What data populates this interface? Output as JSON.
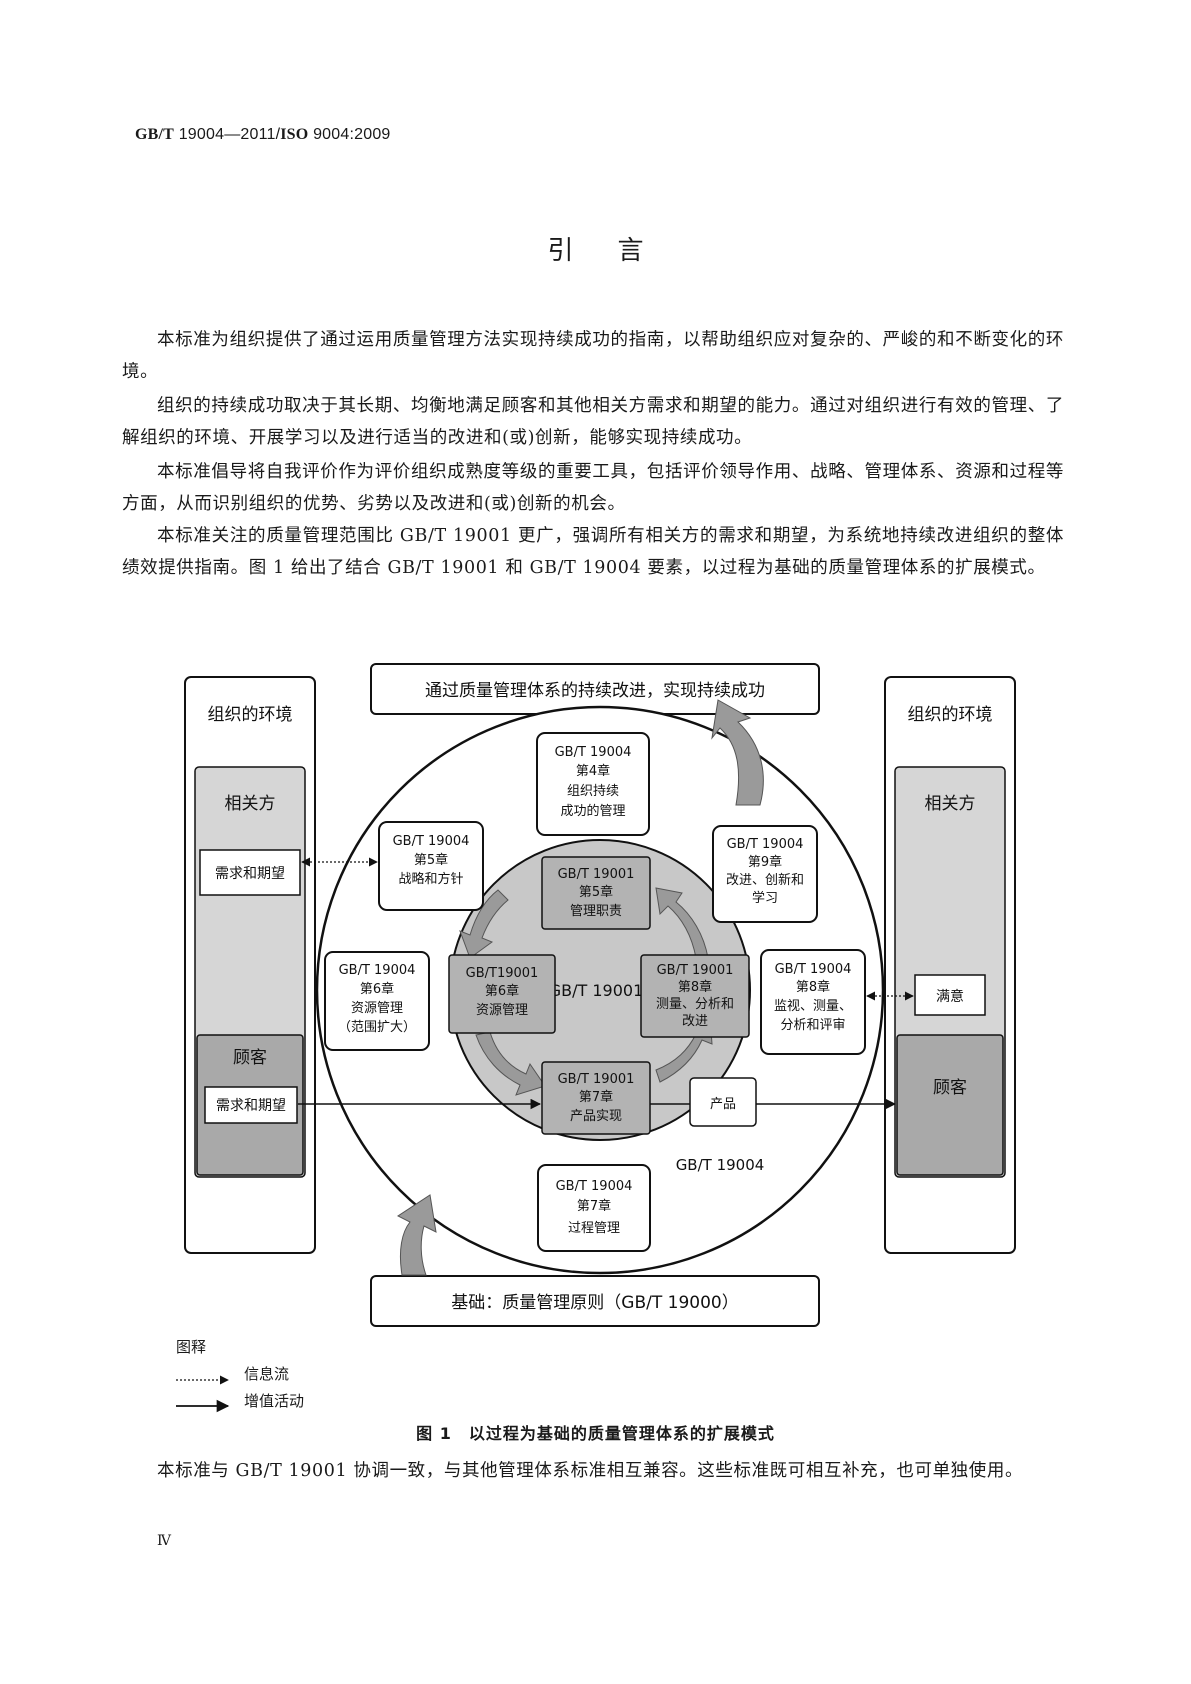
{
  "header": {
    "code_a": "GB/T",
    "code_b": "19004—2011/",
    "code_c": "ISO",
    "code_d": "9004:2009"
  },
  "title": "引言",
  "paragraphs": [
    "本标准为组织提供了通过运用质量管理方法实现持续成功的指南，以帮助组织应对复杂的、严峻的和不断变化的环境。",
    "组织的持续成功取决于其长期、均衡地满足顾客和其他相关方需求和期望的能力。通过对组织进行有效的管理、了解组织的环境、开展学习以及进行适当的改进和(或)创新，能够实现持续成功。",
    "本标准倡导将自我评价作为评价组织成熟度等级的重要工具，包括评价领导作用、战略、管理体系、资源和过程等方面，从而识别组织的优势、劣势以及改进和(或)创新的机会。",
    "本标准关注的质量管理范围比 GB/T 19001 更广，强调所有相关方的需求和期望，为系统地持续改进组织的整体绩效提供指南。图 1 给出了结合 GB/T 19001 和 GB/T 19004 要素，以过程为基础的质量管理体系的扩展模式。"
  ],
  "figure": {
    "top_banner": "通过质量管理体系的持续改进，实现持续成功",
    "bottom_banner": "基础：质量管理原则（GB/T 19000）",
    "left_env": {
      "title": "组织的环境",
      "stakeholders": "相关方",
      "needs1": "需求和期望",
      "customer": "顾客",
      "needs2": "需求和期望"
    },
    "right_env": {
      "title": "组织的环境",
      "stakeholders": "相关方",
      "satisfaction": "满意",
      "customer": "顾客"
    },
    "outer_label": "GB/T 19004",
    "center_label": "GB/T 19001",
    "product": "产品",
    "outer_boxes": {
      "ch4": [
        "GB/T 19004",
        "第4章",
        "组织持续",
        "成功的管理"
      ],
      "ch5": [
        "GB/T 19004",
        "第5章",
        "战略和方针"
      ],
      "ch9": [
        "GB/T 19004",
        "第9章",
        "改进、创新和",
        "学习"
      ],
      "ch6": [
        "GB/T 19004",
        "第6章",
        "资源管理",
        "（范围扩大）"
      ],
      "ch8": [
        "GB/T 19004",
        "第8章",
        "监视、测量、",
        "分析和评审"
      ],
      "ch7": [
        "GB/T 19004",
        "第7章",
        "过程管理"
      ]
    },
    "inner_boxes": {
      "c5": [
        "GB/T 19001",
        "第5章",
        "管理职责"
      ],
      "c6": [
        "GB/T19001",
        "第6章",
        "资源管理"
      ],
      "c8": [
        "GB/T 19001",
        "第8章",
        "测量、分析和",
        "改进"
      ],
      "c7": [
        "GB/T 19001",
        "第7章",
        "产品实现"
      ]
    }
  },
  "legend": {
    "title": "图释",
    "info_flow": "信息流",
    "value_added": "增值活动"
  },
  "caption": "图 1　以过程为基础的质量管理体系的扩展模式",
  "closing": "本标准与 GB/T 19001 协调一致，与其他管理体系标准相互兼容。这些标准既可相互补充，也可单独使用。",
  "page_number": "Ⅳ"
}
